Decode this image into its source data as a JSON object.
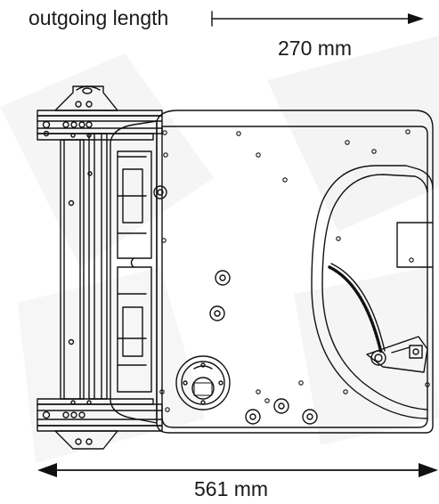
{
  "dimensions": {
    "outgoing_length_label": "outgoing length",
    "outgoing_length_value": "270 mm",
    "overall_width_value": "561 mm"
  },
  "colors": {
    "line": "#111111",
    "background": "#ffffff",
    "watermark": "#f2f2f2"
  }
}
